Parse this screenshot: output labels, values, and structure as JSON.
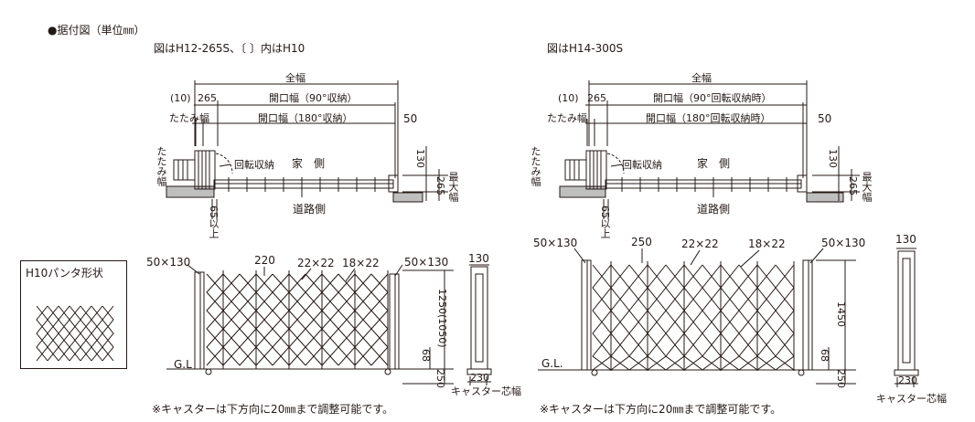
{
  "header": "●据付図（単位㎜）",
  "left": {
    "caption": "図はH12-265S、〔 〕内はH10",
    "overall": "全幅",
    "dim10": "(10)",
    "dim265": "265",
    "open90": "開口幅（90°収納）",
    "fold": "たたみ幅",
    "open180": "開口幅（180°収納）",
    "dim50": "50",
    "foldV": "たたみ幅",
    "rot": "回転収納",
    "house": "家　側",
    "road": "道路側",
    "h130": "130",
    "h265": "265",
    "maxw": "最大幅",
    "min65": "65以上",
    "top50x130a": "50×130",
    "top220": "220",
    "top22": "22×22",
    "top18": "18×22",
    "top50x130b": "50×130",
    "height": "1250(1050)",
    "h68": "68",
    "h250": "250",
    "gl": "G.L",
    "side130": "130",
    "side230": "230",
    "caster": "キャスター芯幅",
    "note": "※キャスターは下方向に20㎜まで調整可能です。"
  },
  "h10": {
    "title": "H10パンタ形状"
  },
  "right": {
    "caption": "図はH14-300S",
    "overall": "全幅",
    "dim10": "(10)",
    "dim265": "265",
    "open90": "開口幅（90°回転収納時）",
    "fold": "たたみ幅",
    "open180": "開口幅（180°回転収納時）",
    "dim50": "50",
    "foldV": "たたみ幅",
    "rot": "回転収納",
    "house": "家　側",
    "road": "道路側",
    "h130": "130",
    "h265": "265",
    "maxw": "最大幅",
    "min65": "65以上",
    "top50x130a": "50×130",
    "top250": "250",
    "top22": "22×22",
    "top18": "18×22",
    "top50x130b": "50×130",
    "height": "1450",
    "h68": "68",
    "h250": "250",
    "gl": "G.L.",
    "side130": "130",
    "side230": "230",
    "caster": "キャスター芯幅",
    "note": "※キャスターは下方向に20㎜まで調整可能です。"
  }
}
